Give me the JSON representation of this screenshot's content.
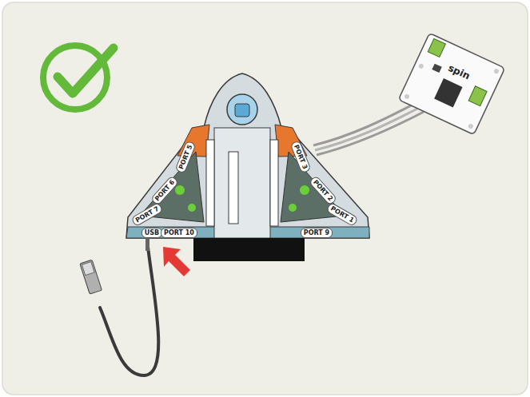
{
  "diagram": {
    "labels": [
      "PORT 5",
      "PORT 6",
      "PORT 7",
      "PORT 3",
      "PORT 2",
      "PORT 1",
      "USB",
      "PORT 10",
      "PORT 9",
      "spin"
    ]
  }
}
